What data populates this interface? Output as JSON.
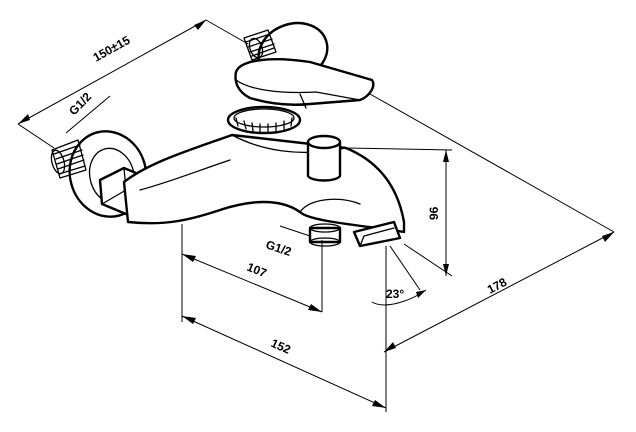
{
  "labels": {
    "dim_spacing": "150±15",
    "thread_left": "G1/2",
    "thread_bottom": "G1/2",
    "dim_outlet": "107",
    "dim_depth": "152",
    "dim_height": "96",
    "dim_angle": "23°",
    "dim_length": "178"
  }
}
